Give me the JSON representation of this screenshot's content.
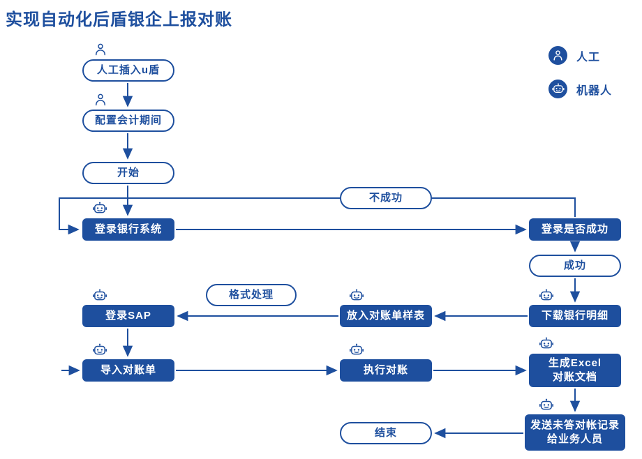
{
  "title": "实现自动化后盾银企上报对账",
  "legend": {
    "manual": "人工",
    "robot": "机器人",
    "manual_icon": "person-icon",
    "robot_icon": "robot-icon"
  },
  "nodes": {
    "insert_ukey": "人工插入u盾",
    "config_period": "配置会计期间",
    "start": "开始",
    "login_bank": "登录银行系统",
    "login_check": "登录是否成功",
    "fail": "不成功",
    "success": "成功",
    "download_detail": "下载银行明细",
    "put_template": "放入对账单样表",
    "format_process": "格式处理",
    "login_sap": "登录SAP",
    "import_statement": "导入对账单",
    "execute_recon": "执行对账",
    "gen_excel": "生成Excel\n对账文档",
    "send_record": "发送未答对帐记录\n给业务人员",
    "end": "结束"
  },
  "colors": {
    "primary": "#1e4f9e",
    "background": "#ffffff"
  }
}
